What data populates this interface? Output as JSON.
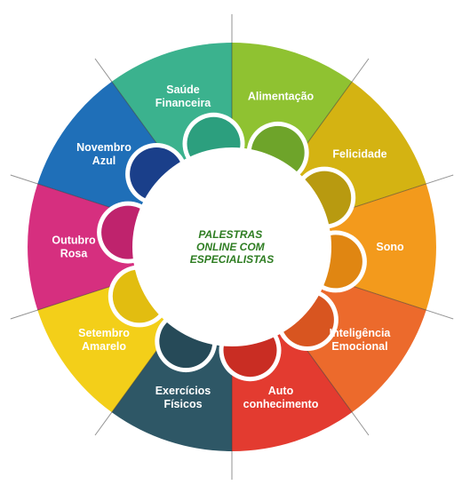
{
  "center": {
    "lines": [
      "PALESTRAS",
      "ONLINE COM",
      "ESPECIALISTAS"
    ],
    "color": "#2e7d22"
  },
  "segments": [
    {
      "name": "saude-financeira",
      "lines": [
        "Saúde",
        "Financeira"
      ],
      "color": "#3bb28e",
      "tab": "#2c9f7e"
    },
    {
      "name": "alimentacao",
      "lines": [
        "Alimentação"
      ],
      "color": "#8fc231",
      "tab": "#6ea42a"
    },
    {
      "name": "felicidade",
      "lines": [
        "Felicidade"
      ],
      "color": "#d4b312",
      "tab": "#b89a10"
    },
    {
      "name": "sono",
      "lines": [
        "Sono"
      ],
      "color": "#f39a1c",
      "tab": "#e08612"
    },
    {
      "name": "inteligencia-emocional",
      "lines": [
        "Inteligência",
        "Emocional"
      ],
      "color": "#ec6a2c",
      "tab": "#d85520"
    },
    {
      "name": "autoconhecimento",
      "lines": [
        "Auto",
        "conhecimento"
      ],
      "color": "#e33b30",
      "tab": "#c92d23"
    },
    {
      "name": "exercicios-fisicos",
      "lines": [
        "Exercícios",
        "Físicos"
      ],
      "color": "#2e5766",
      "tab": "#264a58"
    },
    {
      "name": "setembro-amarelo",
      "lines": [
        "Setembro",
        "Amarelo"
      ],
      "color": "#f3cf19",
      "tab": "#e2bd10"
    },
    {
      "name": "outubro-rosa",
      "lines": [
        "Outubro",
        "Rosa"
      ],
      "color": "#d62f7f",
      "tab": "#bf236d"
    },
    {
      "name": "novembro-azul",
      "lines": [
        "Novembro",
        "Azul"
      ],
      "color": "#1f6fb8",
      "tab": "#1a3f8a"
    }
  ]
}
